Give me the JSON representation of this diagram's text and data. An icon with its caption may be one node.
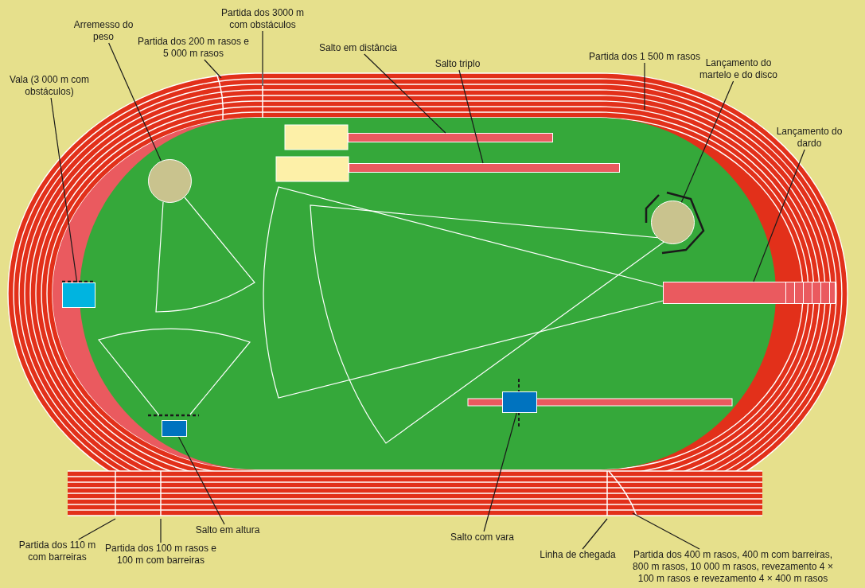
{
  "diagram": {
    "nodes": [
      {
        "text": [
          "Vala (3 000 m com obstáculos)"
        ]
      },
      {
        "text": [
          "Arremesso do peso"
        ]
      },
      {
        "text": [
          "Partida dos 200 m rasos e 5 000 m rasos"
        ]
      },
      {
        "text": [
          "Partida dos 3000 m com obstáculos"
        ]
      },
      {
        "text": [
          "Salto em distância"
        ]
      },
      {
        "text": [
          "Salto triplo"
        ]
      },
      {
        "text": [
          "Partida dos 1 500 m rasos"
        ]
      },
      {
        "text": [
          "Lançamento do martelo e do disco"
        ]
      },
      {
        "text": [
          "Lançamento do dardo"
        ]
      },
      {
        "text": [
          "Partida dos 110 m com barreiras"
        ]
      },
      {
        "text": [
          "Partida dos 100 m rasos e 100 m com barreiras"
        ]
      },
      {
        "text": [
          "Salto em altura"
        ]
      },
      {
        "text": [
          "Salto com vara"
        ]
      },
      {
        "text": [
          "Linha de chegada"
        ]
      },
      {
        "text": [
          "Partida dos 400 m rasos, 400 m com barreiras, 800 m rasos, 10 000 m rasos, revezamento 4 × 100 m rasos e revezamento 4 × 400 m rasos"
        ]
      },
      {
        "text": [],
        "shape": "box"
      },
      {
        "text": [],
        "shape": "circle"
      },
      {
        "text": [],
        "shape": "bar"
      },
      {
        "text": [],
        "shape": "bar"
      },
      {
        "text": [],
        "shape": "circle"
      },
      {
        "text": [],
        "shape": "bar"
      },
      {
        "text": [],
        "shape": "box"
      },
      {
        "text": [],
        "shape": "box"
      }
    ],
    "edges": [
      {
        "from": 0,
        "to": 15,
        "arrow": "none"
      },
      {
        "from": 1,
        "to": 16,
        "arrow": "none"
      },
      {
        "from": 2,
        "to": null,
        "arrow": "none"
      },
      {
        "from": 3,
        "to": null,
        "arrow": "none"
      },
      {
        "from": 4,
        "to": 17,
        "arrow": "none"
      },
      {
        "from": 5,
        "to": 18,
        "arrow": "none"
      },
      {
        "from": 6,
        "to": null,
        "arrow": "none"
      },
      {
        "from": 7,
        "to": 19,
        "arrow": "none"
      },
      {
        "from": 8,
        "to": 20,
        "arrow": "none"
      },
      {
        "from": 9,
        "to": null,
        "arrow": "none"
      },
      {
        "from": 10,
        "to": null,
        "arrow": "none"
      },
      {
        "from": 11,
        "to": 21,
        "arrow": "none"
      },
      {
        "from": 12,
        "to": 22,
        "arrow": "none"
      },
      {
        "from": 13,
        "to": null,
        "arrow": "none"
      },
      {
        "from": 14,
        "to": null,
        "arrow": "none"
      }
    ]
  }
}
